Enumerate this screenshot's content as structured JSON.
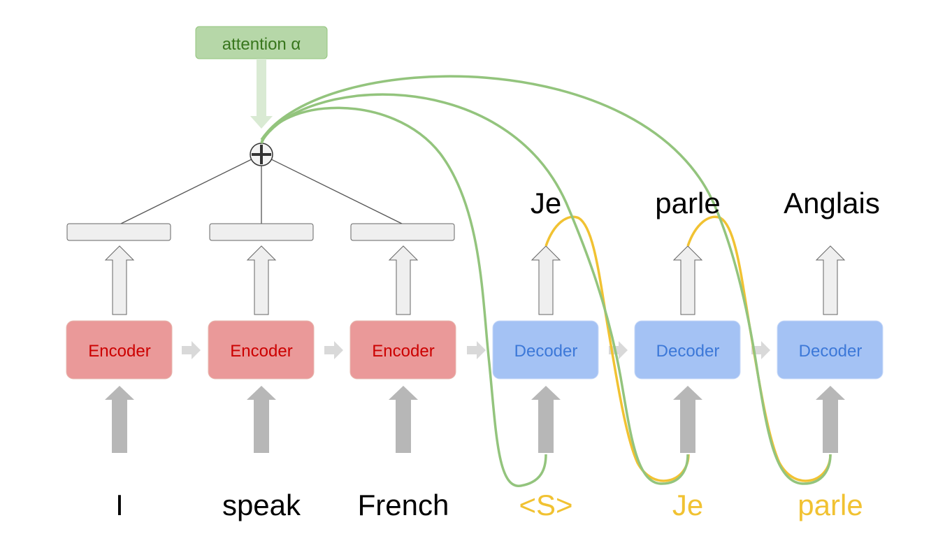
{
  "attention": {
    "label": "attention α",
    "box_fill": "#b6d7a8",
    "text_color": "#38761d",
    "arrow_color": "#d9ead3"
  },
  "encoders": [
    {
      "label": "Encoder",
      "input_word": "I"
    },
    {
      "label": "Encoder",
      "input_word": "speak"
    },
    {
      "label": "Encoder",
      "input_word": "French"
    }
  ],
  "decoders": [
    {
      "label": "Decoder",
      "input_word": "<S>",
      "output_word": "Je"
    },
    {
      "label": "Decoder",
      "input_word": "Je",
      "output_word": "parle"
    },
    {
      "label": "Decoder",
      "input_word": "parle",
      "output_word": "Anglais"
    }
  ],
  "colors": {
    "encoder_fill": "#ea9999",
    "encoder_text": "#cc0000",
    "decoder_fill": "#a4c2f4",
    "decoder_text": "#3c78d8",
    "attention_curve": "#93c47d",
    "feedback_curve": "#f1c232",
    "decoder_input_text": "#f1c232",
    "input_arrow": "#b7b7b7",
    "state_arrow": "#d9d9d9",
    "hidden_fill": "#efefef",
    "hidden_stroke": "#666666"
  }
}
